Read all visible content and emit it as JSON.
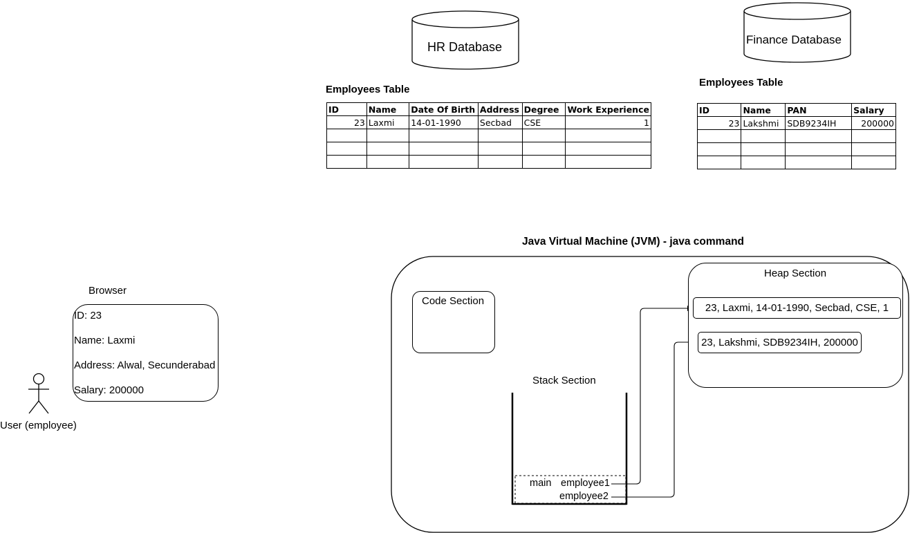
{
  "hr_db": {
    "label": "HR Database",
    "table_title": "Employees Table",
    "columns": [
      "ID",
      "Name",
      "Date Of Birth",
      "Address",
      "Degree",
      "Work Experience"
    ],
    "rows": [
      [
        "23",
        "Laxmi",
        "14-01-1990",
        "Secbad",
        "CSE",
        "1"
      ],
      [
        "",
        "",
        "",
        "",
        "",
        ""
      ],
      [
        "",
        "",
        "",
        "",
        "",
        ""
      ],
      [
        "",
        "",
        "",
        "",
        "",
        ""
      ]
    ]
  },
  "finance_db": {
    "label": "Finance Database",
    "table_title": "Employees Table",
    "columns": [
      "ID",
      "Name",
      "PAN",
      "Salary"
    ],
    "rows": [
      [
        "23",
        "Lakshmi",
        "SDB9234IH",
        "200000"
      ],
      [
        "",
        "",
        "",
        ""
      ],
      [
        "",
        "",
        "",
        ""
      ],
      [
        "",
        "",
        "",
        ""
      ]
    ]
  },
  "browser": {
    "label": "Browser",
    "lines": [
      "ID: 23",
      "Name: Laxmi",
      "Address: Alwal, Secunderabad",
      "Salary: 200000"
    ]
  },
  "user": {
    "label": "User (employee)"
  },
  "jvm": {
    "title": "Java Virtual Machine (JVM) - java command",
    "code_section": "Code Section",
    "heap_section": "Heap Section",
    "stack_section": "Stack Section",
    "heap_objects": [
      "23, Laxmi, 14-01-1990, Secbad, CSE, 1",
      "23, Lakshmi, SDB9234IH, 200000"
    ],
    "stack_frame": {
      "method": "main",
      "vars": [
        "employee1",
        "employee2"
      ]
    }
  }
}
